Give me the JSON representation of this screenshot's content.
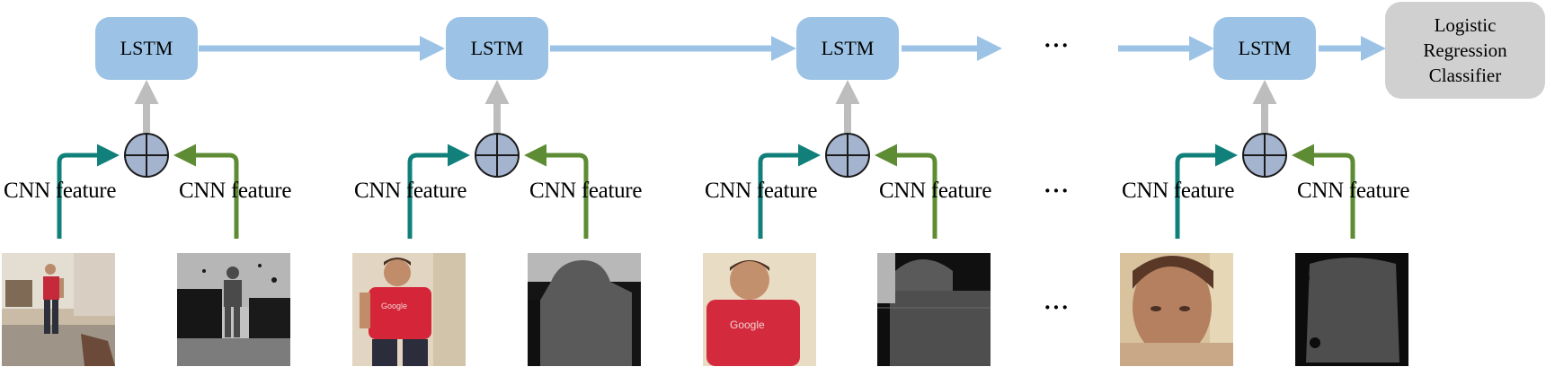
{
  "lstm_label": "LSTM",
  "classifier": {
    "line1": "Logistic",
    "line2": "Regression",
    "line3": "Classifier"
  },
  "feature_label": "CNN feature",
  "ellipsis": "···",
  "colors": {
    "lstm_fill": "#9cc3e6",
    "recurrent_arrow": "#9cc3e6",
    "up_arrow": "#bdbdbd",
    "rgb_feature_arrow": "#11807a",
    "depth_feature_arrow": "#5e8c34",
    "fusion_node": "#a4b4cf",
    "classifier_fill": "#d0d0d0"
  },
  "icons": [
    "fusion-plus-icon"
  ],
  "frames": [
    {
      "kind": "rgb",
      "view": "full body"
    },
    {
      "kind": "depth",
      "view": "full body"
    },
    {
      "kind": "rgb",
      "view": "upper body"
    },
    {
      "kind": "depth",
      "view": "upper body"
    },
    {
      "kind": "rgb",
      "view": "closer upper body"
    },
    {
      "kind": "depth",
      "view": "closer upper body"
    },
    {
      "kind": "rgb",
      "view": "face"
    },
    {
      "kind": "depth",
      "view": "face"
    }
  ]
}
